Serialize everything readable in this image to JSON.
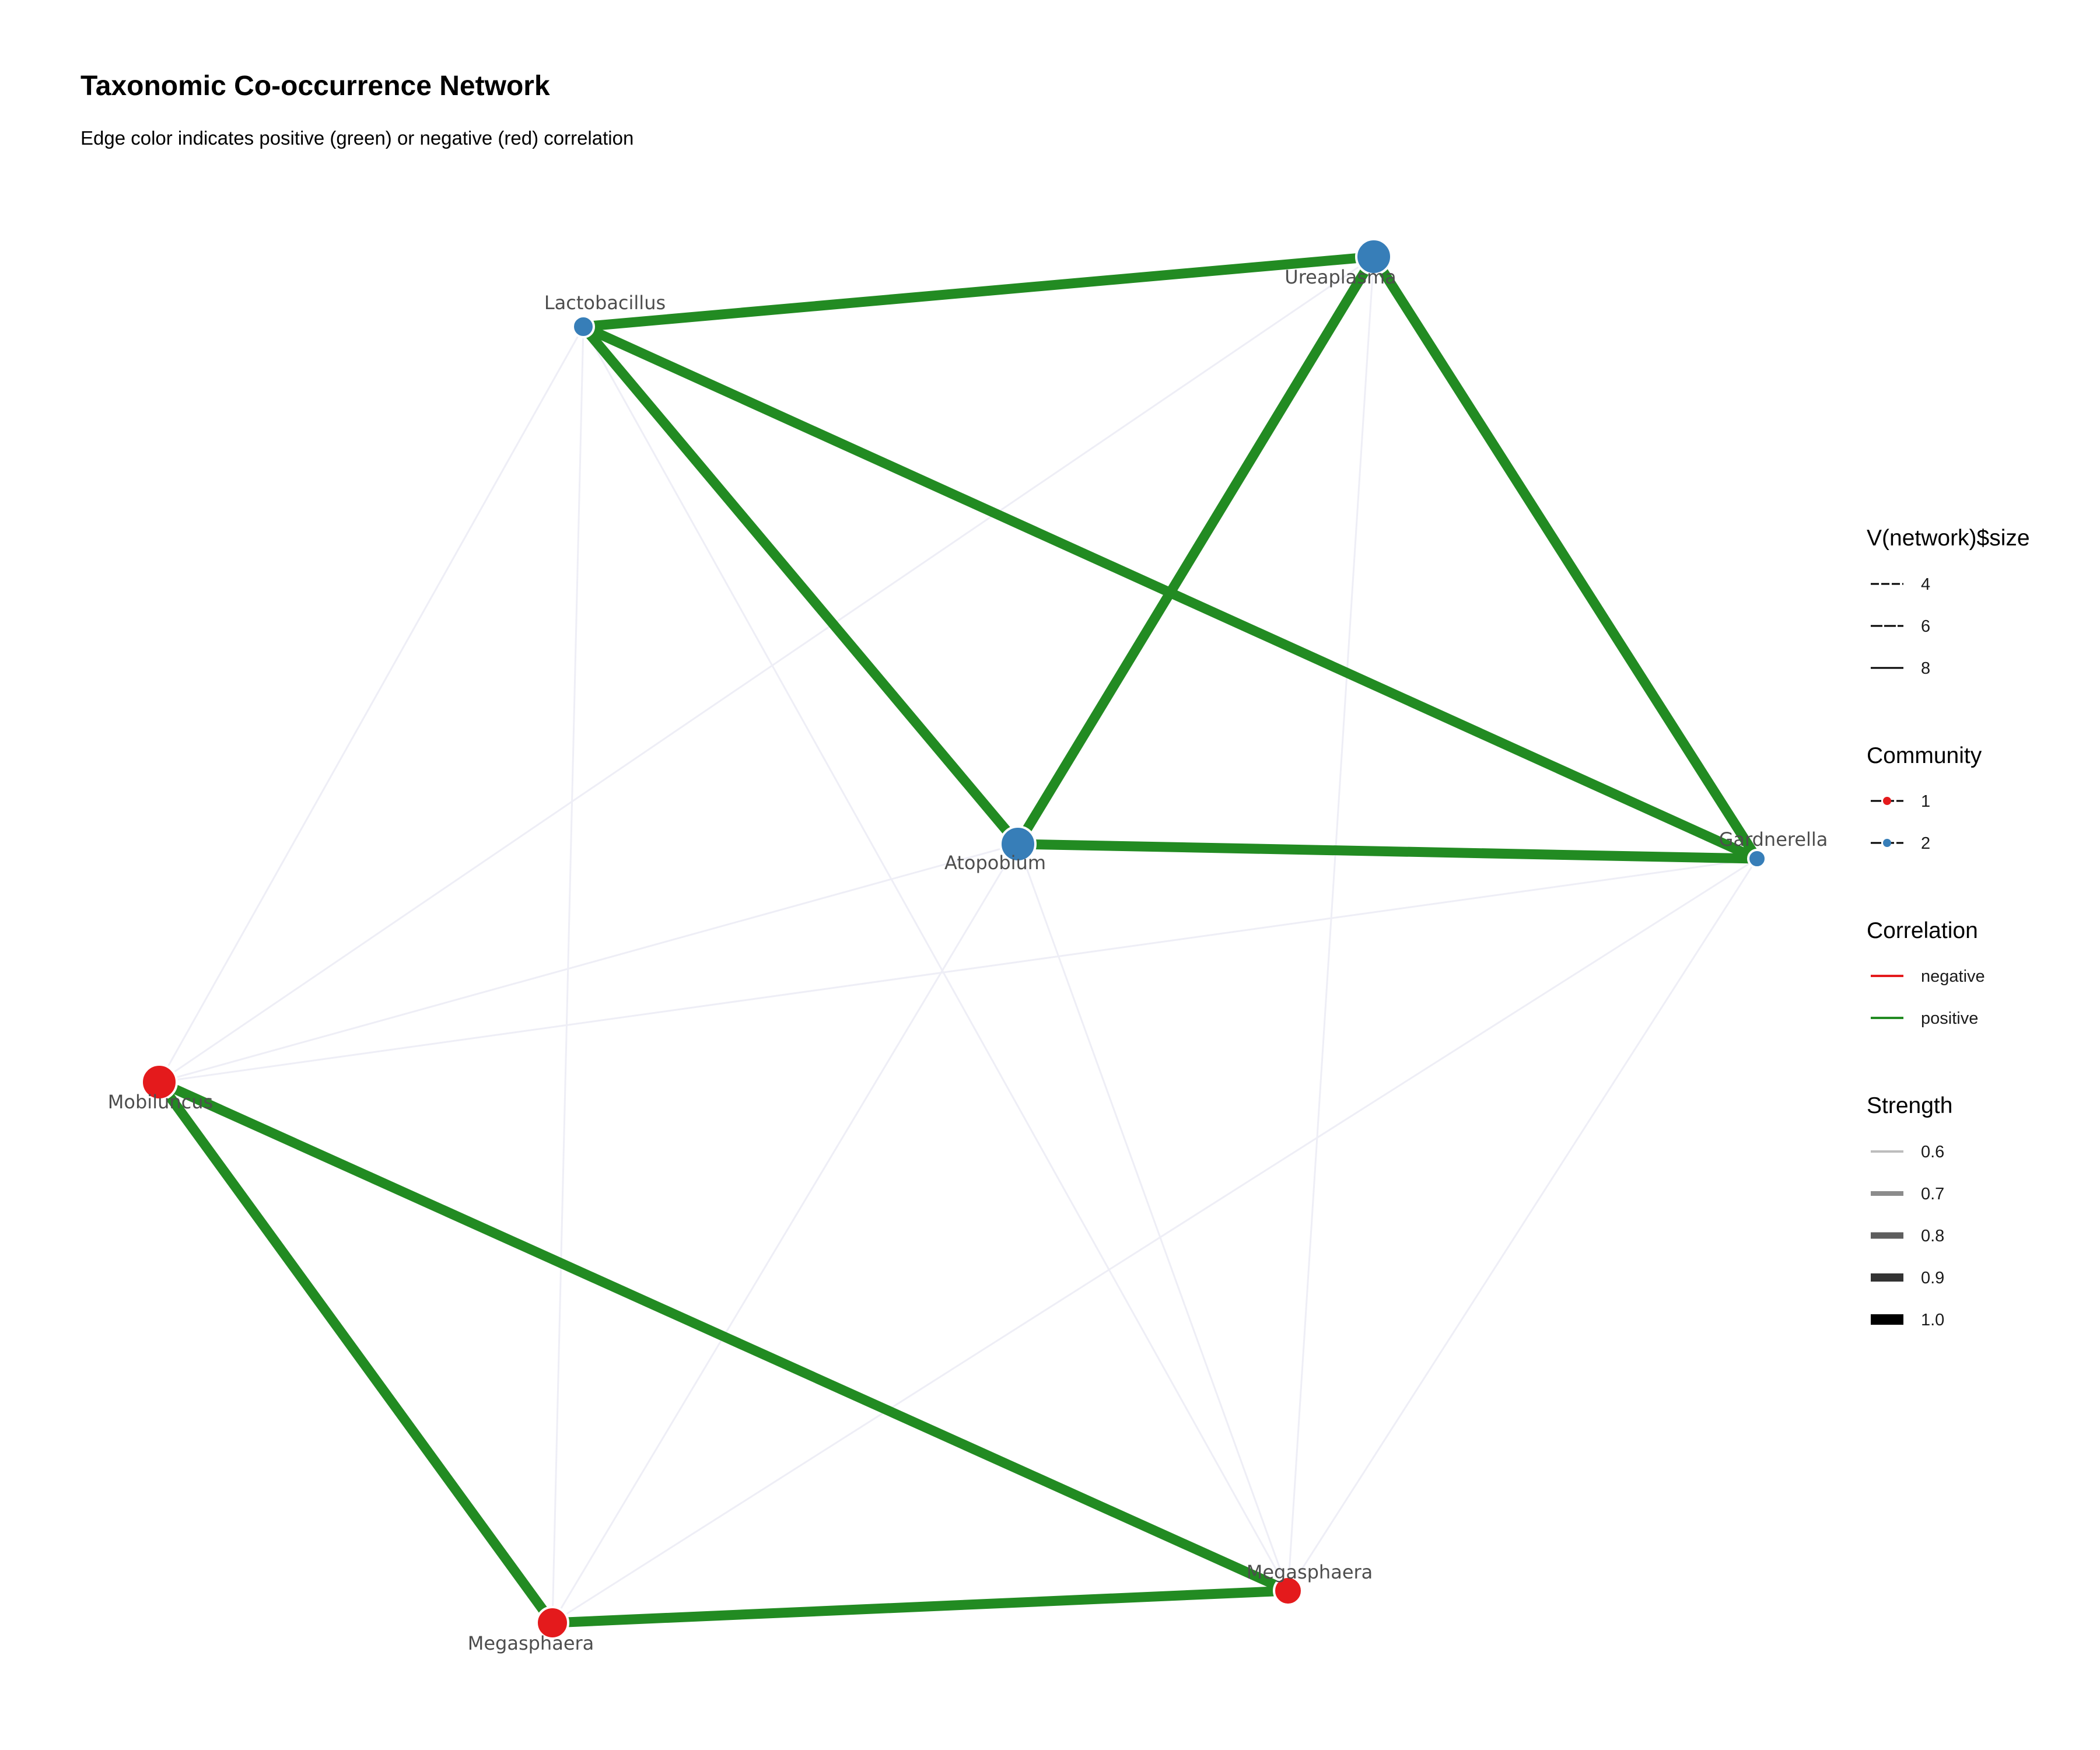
{
  "title": "Taxonomic Co-occurrence Network",
  "subtitle": "Edge color indicates positive (green) or negative (red) correlation",
  "colors": {
    "positive": "#228B22",
    "negative": "#E41A1C",
    "faint": "#EEEEF6",
    "community1": "#E41A1C",
    "community2": "#377EB8"
  },
  "nodes": [
    {
      "id": "lacto",
      "label": "Lactobacillus",
      "community": 2,
      "size": 4
    },
    {
      "id": "urea",
      "label": "Ureaplasma",
      "community": 2,
      "size": 8
    },
    {
      "id": "atop",
      "label": "Atopobium",
      "community": 2,
      "size": 8
    },
    {
      "id": "gard",
      "label": "Gardnerella",
      "community": 2,
      "size": 3
    },
    {
      "id": "mobi",
      "label": "Mobiluncus",
      "community": 1,
      "size": 8
    },
    {
      "id": "mega1",
      "label": "Megasphaera",
      "community": 1,
      "size": 7
    },
    {
      "id": "mega2",
      "label": "Megasphaera",
      "community": 1,
      "size": 6
    }
  ],
  "edges_strong": [
    {
      "source": "lacto",
      "target": "urea",
      "correlation": "positive"
    },
    {
      "source": "lacto",
      "target": "atop",
      "correlation": "positive"
    },
    {
      "source": "lacto",
      "target": "gard",
      "correlation": "positive"
    },
    {
      "source": "urea",
      "target": "atop",
      "correlation": "positive"
    },
    {
      "source": "urea",
      "target": "gard",
      "correlation": "positive"
    },
    {
      "source": "atop",
      "target": "gard",
      "correlation": "positive"
    },
    {
      "source": "mobi",
      "target": "mega1",
      "correlation": "positive"
    },
    {
      "source": "mobi",
      "target": "mega2",
      "correlation": "positive"
    },
    {
      "source": "mega1",
      "target": "mega2",
      "correlation": "positive"
    }
  ],
  "edges_faint": [
    {
      "source": "lacto",
      "target": "mobi"
    },
    {
      "source": "lacto",
      "target": "mega1"
    },
    {
      "source": "lacto",
      "target": "mega2"
    },
    {
      "source": "urea",
      "target": "mobi"
    },
    {
      "source": "urea",
      "target": "mega2"
    },
    {
      "source": "atop",
      "target": "mobi"
    },
    {
      "source": "atop",
      "target": "mega1"
    },
    {
      "source": "atop",
      "target": "mega2"
    },
    {
      "source": "gard",
      "target": "mobi"
    },
    {
      "source": "gard",
      "target": "mega1"
    },
    {
      "source": "gard",
      "target": "mega2"
    }
  ],
  "legend": {
    "size": {
      "title": "V(network)$size",
      "items": [
        "4",
        "6",
        "8"
      ]
    },
    "community": {
      "title": "Community",
      "items": [
        {
          "label": "1",
          "color": "#E41A1C"
        },
        {
          "label": "2",
          "color": "#377EB8"
        }
      ]
    },
    "correlation": {
      "title": "Correlation",
      "items": [
        {
          "label": "negative",
          "color": "#E41A1C"
        },
        {
          "label": "positive",
          "color": "#228B22"
        }
      ]
    },
    "strength": {
      "title": "Strength",
      "items": [
        "0.6",
        "0.7",
        "0.8",
        "0.9",
        "1.0"
      ]
    }
  }
}
